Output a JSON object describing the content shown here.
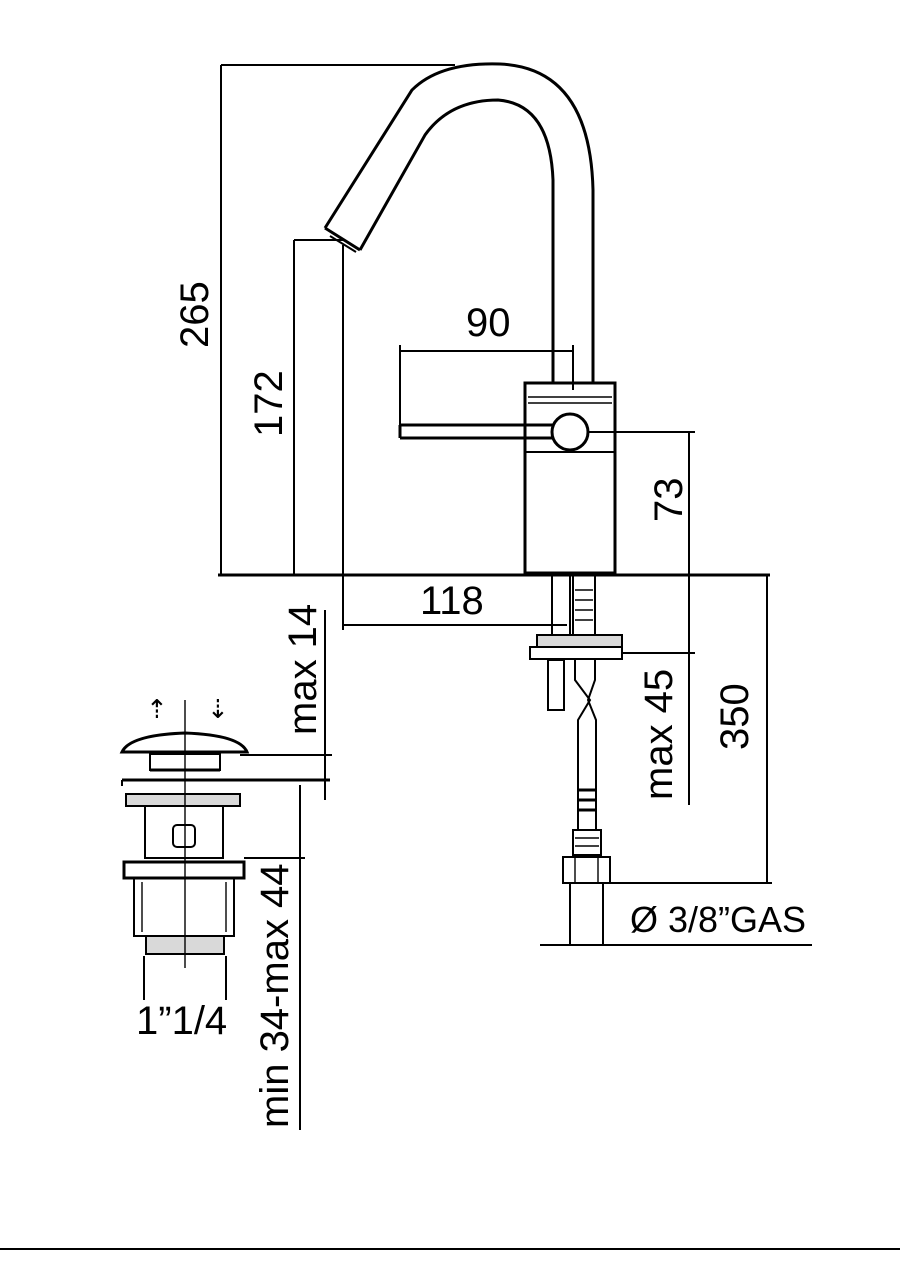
{
  "dimensions": {
    "total_height": "265",
    "spout_height": "172",
    "lever_length": "90",
    "lever_height": "73",
    "spout_reach": "118",
    "max_thickness": "max 14",
    "max_deck": "max 45",
    "hose_length": "350",
    "connection": "Ø 3/8”GAS",
    "waste_size": "1”1/4",
    "waste_range": "min 34-max 44"
  },
  "waste_arrows": {
    "up": "⇡",
    "down": "⇣"
  }
}
